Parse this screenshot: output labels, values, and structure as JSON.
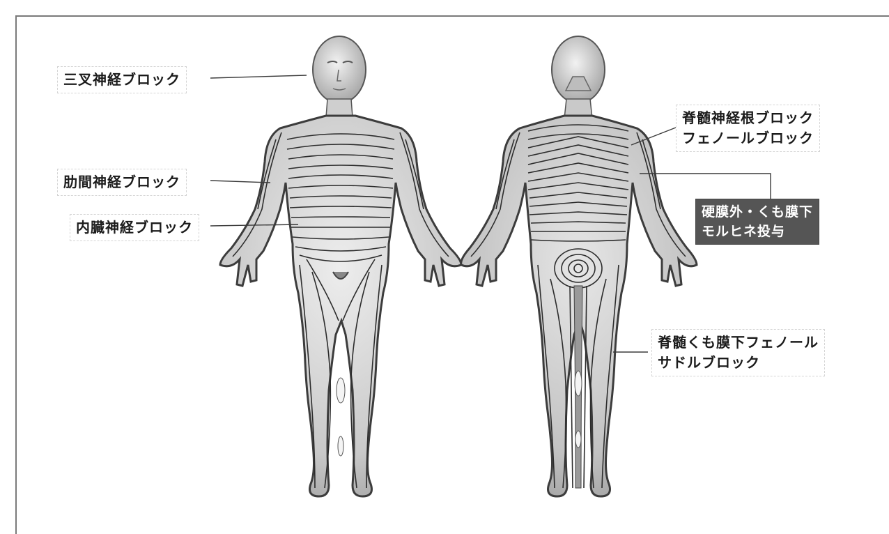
{
  "labels": {
    "trigeminal": "三叉神経ブロック",
    "intercostal": "肋間神経ブロック",
    "visceral": "内臓神経ブロック",
    "spinal_root": [
      "脊髄神経根ブロック",
      "フェノールブロック"
    ],
    "epidural": [
      "硬膜外・くも膜下",
      "モルヒネ投与"
    ],
    "saddle": [
      "脊髄くも膜下フェノール",
      "サドルブロック"
    ]
  }
}
